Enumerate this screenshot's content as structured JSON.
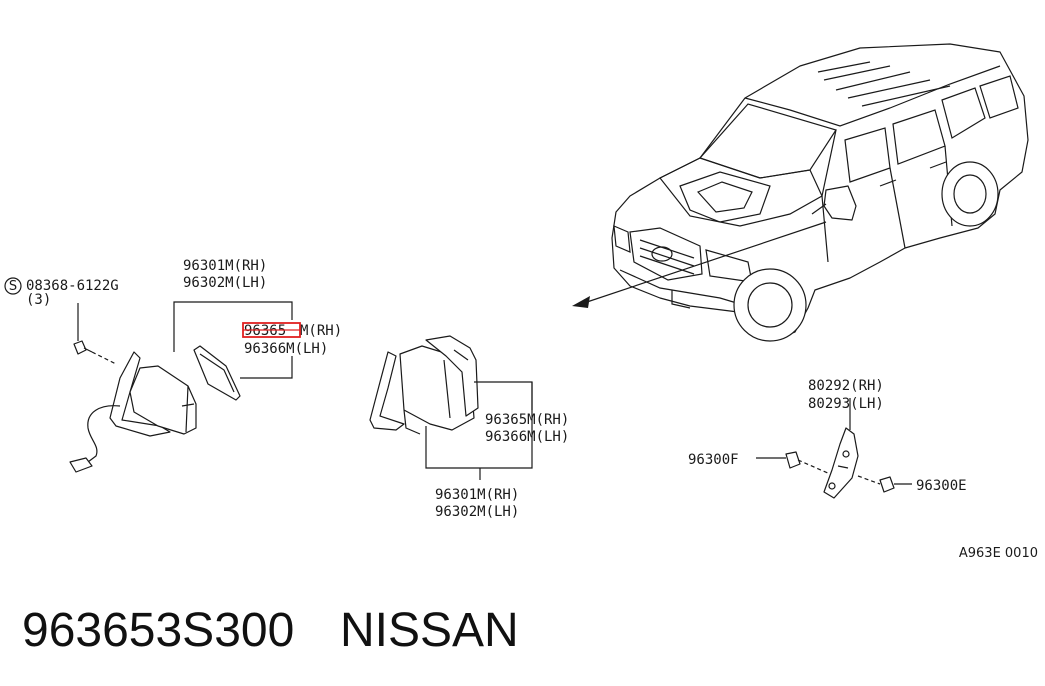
{
  "labels": {
    "bolt_part": "08368-6122G",
    "bolt_qty": "(3)",
    "bolt_symbol": "S",
    "left_mirror_rh": "96301M(RH)",
    "left_mirror_lh": "96302M(LH)",
    "left_glass_part_highlighted": "96365",
    "left_glass_rh_suffix": "M(RH)",
    "left_glass_lh": "96366M(LH)",
    "center_glass_rh": "96365M(RH)",
    "center_glass_lh": "96366M(LH)",
    "center_mirror_rh": "96301M(RH)",
    "center_mirror_lh": "96302M(LH)",
    "bracket_rh": "80292(RH)",
    "bracket_lh": "80293(LH)",
    "screw_f": "96300F",
    "screw_e": "96300E",
    "diagram_ref": "A963E 0010"
  },
  "footer": {
    "part_number": "963653S300",
    "brand": "NISSAN"
  },
  "colors": {
    "highlight": "#e02020",
    "ink": "#1a1a1a"
  }
}
